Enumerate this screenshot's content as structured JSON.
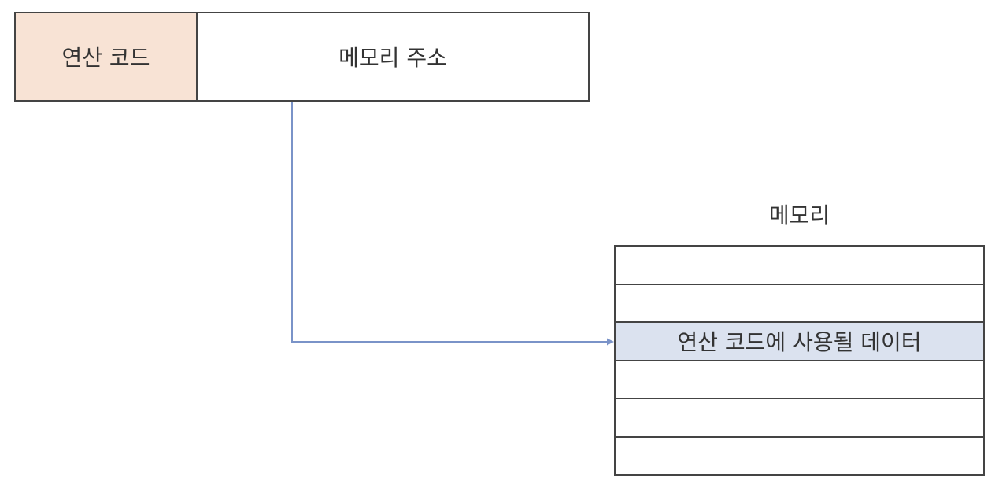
{
  "instruction": {
    "opcode_label": "연산 코드",
    "address_label": "메모리 주소"
  },
  "memory": {
    "title": "메모리",
    "rows": [
      "",
      "",
      "연산 코드에 사용될 데이터",
      "",
      "",
      ""
    ],
    "highlighted_row_index": 2
  },
  "colors": {
    "opcode_fill": "#f8e3d5",
    "highlight_fill": "#dbe2ef",
    "arrow": "#7a93c8",
    "border": "#444444"
  }
}
